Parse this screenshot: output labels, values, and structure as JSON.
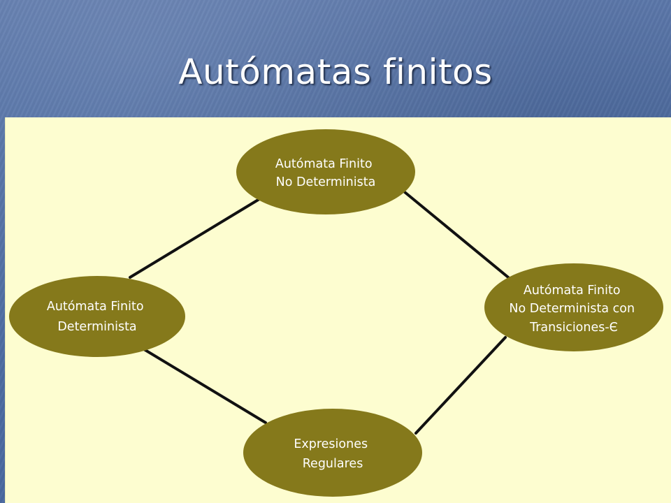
{
  "slide": {
    "title": "Autómatas finitos"
  },
  "diagram": {
    "nodes": {
      "afn": {
        "lines": [
          "Autómata Finito",
          "No Determinista"
        ]
      },
      "afd": {
        "lines": [
          "Autómata Finito",
          "Determinista"
        ]
      },
      "afne": {
        "lines": [
          "Autómata Finito",
          "No Determinista con",
          "Transiciones-Є"
        ]
      },
      "er": {
        "lines": [
          "Expresiones",
          "Regulares"
        ]
      }
    },
    "edges": [
      {
        "from": "afd",
        "to": "afn"
      },
      {
        "from": "afn",
        "to": "afne"
      },
      {
        "from": "afne",
        "to": "er"
      },
      {
        "from": "er",
        "to": "afd"
      }
    ]
  },
  "colors": {
    "slide_background": "#4f6ea4",
    "panel_background": "#fdfdd0",
    "node_fill": "#85791b",
    "node_text": "#ffffff",
    "edge": "#111111",
    "title": "#ffffff"
  }
}
